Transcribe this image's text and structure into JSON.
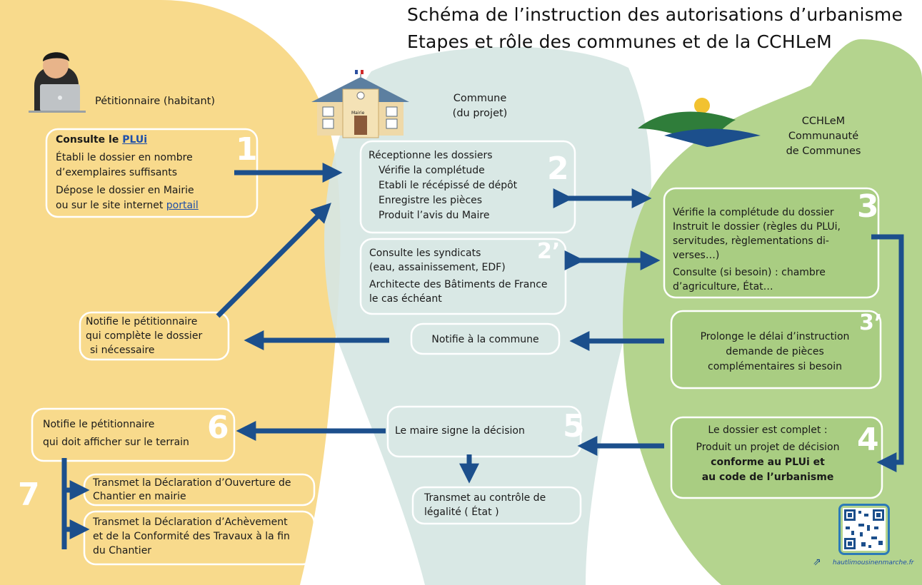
{
  "title": {
    "line1": "Schéma de l’instruction des autorisations d’urbanisme",
    "line2": "Etapes et rôle des communes et de la CCHLeM"
  },
  "columns": {
    "petitionnaire": "Pétitionnaire (habitant)",
    "commune_l1": "Commune",
    "commune_l2": "(du projet)",
    "cchlem_l1": "CCHLeM",
    "cchlem_l2": "Communauté",
    "cchlem_l3": "de Communes"
  },
  "mairie_label": "Mairie",
  "step1": {
    "num": "1",
    "title_prefix": "Consulte le ",
    "title_link": "PLUi",
    "l1": "Établi le dossier en nombre",
    "l2": "d’exemplaires suffisants",
    "l3": "Dépose le dossier en Mairie",
    "l4_prefix": "ou sur le site internet ",
    "l4_link": "portail"
  },
  "step2": {
    "num": "2",
    "l1": "Réceptionne les dossiers",
    "l2": "Vérifie la complétude",
    "l3": "Etabli le récépissé de dépôt",
    "l4": "Enregistre les pièces",
    "l5": "Produit l’avis du Maire"
  },
  "step2b": {
    "num": "2’",
    "l1": "Consulte les syndicats",
    "l2": "(eau, assainissement, EDF)",
    "l3": "Architecte des Bâtiments de France",
    "l4": "le cas échéant"
  },
  "step3": {
    "num": "3",
    "l1": "Vérifie la complétude du dossier",
    "l2": "Instruit le dossier (règles du PLUi,",
    "l3": "servitudes,  règlementations di-",
    "l4": "verses…)",
    "l5": "Consulte (si besoin) : chambre",
    "l6": "d’agriculture, État…"
  },
  "step3b": {
    "num": "3’",
    "l1": "Prolonge le délai d’instruction",
    "l2": "demande de pièces",
    "l3": "complémentaires si besoin"
  },
  "notify_commune": "Notifie à la commune",
  "notify_petitionnaire": {
    "l1": "Notifie le pétitionnaire",
    "l2": "qui complète le dossier",
    "l3": "si nécessaire"
  },
  "step4": {
    "num": "4",
    "l1": "Le dossier est complet :",
    "l2": "Produit un projet de décision",
    "l3": "conforme au PLUi et",
    "l4": "au code de l’urbanisme"
  },
  "step5": {
    "num": "5",
    "l1": "Le maire signe la décision"
  },
  "legalite": {
    "l1": "Transmet au contrôle de",
    "l2": "légalité ( État )"
  },
  "step6": {
    "num": "6",
    "l1": "Notifie le pétitionnaire",
    "l2": "qui doit afficher sur le terrain"
  },
  "step7": {
    "num": "7",
    "a1": "Transmet la Déclaration d’Ouverture de",
    "a2": "Chantier en mairie",
    "b1": "Transmet la Déclaration d’Achèvement",
    "b2": "et de la Conformité des Travaux à la fin",
    "b3": "du Chantier"
  },
  "website": "hautlimousinenmarche.fr",
  "colors": {
    "yellow": "#f8da8c",
    "blue_grey": "#d6e6e3",
    "green": "#b4d48e",
    "green_box": "#a9cd82",
    "arrow": "#1c4f8c"
  }
}
